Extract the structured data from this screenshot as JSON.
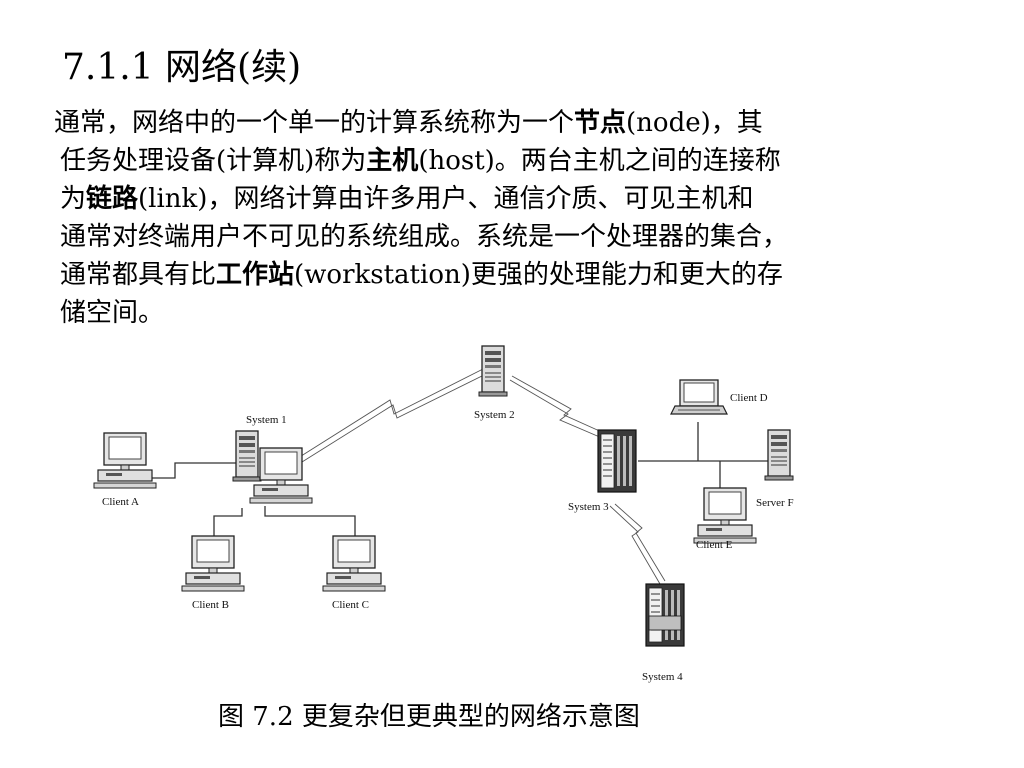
{
  "slide": {
    "title": "7.1.1 网络(续)",
    "paragraph": {
      "line1": {
        "t1": "通常，网络中的一个单一的计算系统称为一个",
        "b1": "节点",
        "t2": "(node)，其"
      },
      "line2": {
        "t1": "任务处理设备(计算机)称为",
        "b1": "主机",
        "t2": "(host)。两台主机之间的连接称"
      },
      "line3": {
        "t1": "为",
        "b1": "链路",
        "t2": "(link)，网络计算由许多用户、通信介质、可见主机和"
      },
      "line4": {
        "t1": "通常对终端用户不可见的系统组成。系统是一个处理器的集合，"
      },
      "line5": {
        "t1": "通常都具有比",
        "b1": "工作站",
        "t2": "(workstation)更强的处理能力和更大的存"
      },
      "line6": {
        "t1": "储空间。"
      }
    },
    "caption": "图 7.2 更复杂但更典型的网络示意图"
  },
  "diagram": {
    "nodes": {
      "system1": {
        "label": "System 1",
        "icon": "server-tower-icon"
      },
      "system2": {
        "label": "System 2",
        "icon": "server-tower-icon"
      },
      "system3": {
        "label": "System 3",
        "icon": "server-rack-icon"
      },
      "system4": {
        "label": "System 4",
        "icon": "server-rack-icon"
      },
      "clientA": {
        "label": "Client A",
        "icon": "desktop-computer-icon"
      },
      "clientB": {
        "label": "Client B",
        "icon": "desktop-computer-icon"
      },
      "clientC": {
        "label": "Client C",
        "icon": "desktop-computer-icon"
      },
      "clientD": {
        "label": "Client D",
        "icon": "laptop-icon"
      },
      "clientE": {
        "label": "Client E",
        "icon": "desktop-computer-icon"
      },
      "serverF": {
        "label": "Server F",
        "icon": "server-tower-icon"
      }
    },
    "links": {
      "wired": [
        "System 1 - Client A",
        "System 1 - Client B",
        "System 1 - Client C",
        "System 3 - Client D",
        "System 3 - Client E",
        "System 3 - Server F"
      ],
      "wireless": [
        "System 1 - System 2",
        "System 2 - System 3",
        "System 3 - System 4"
      ]
    }
  }
}
